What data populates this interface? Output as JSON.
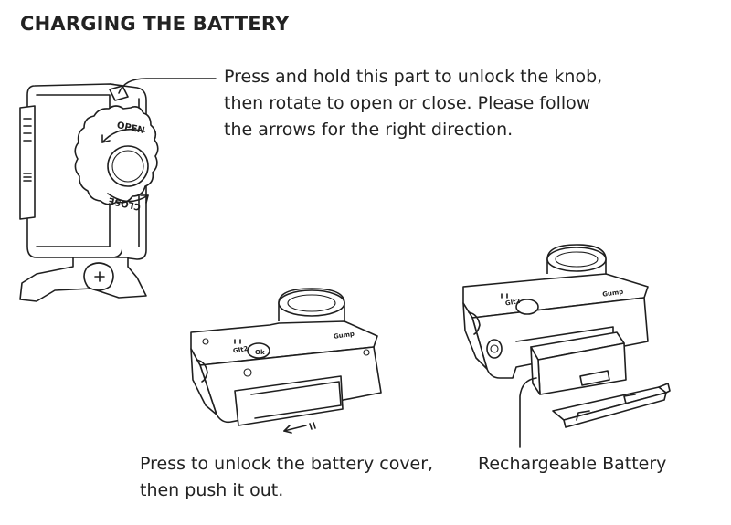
{
  "title": "CHARGING THE BATTERY",
  "captions": {
    "knob": {
      "line1": "Press and hold this part to unlock the knob,",
      "line2": "then rotate to open or close. Please follow",
      "line3": "the arrows for the right direction."
    },
    "cover": {
      "line1": "Press to unlock the battery cover,",
      "line2": "then push it out."
    },
    "battery": {
      "line1": "Rechargeable Battery"
    }
  },
  "knob_labels": {
    "open": "OPEN",
    "close": "CLOSE"
  },
  "camera_labels": {
    "mode_button": "Ok",
    "left_camera_logo_a": "GIt2",
    "left_camera_logo_b": "Gump",
    "right_camera_logo_a": "GIt2",
    "right_camera_logo_b": "Gump"
  }
}
